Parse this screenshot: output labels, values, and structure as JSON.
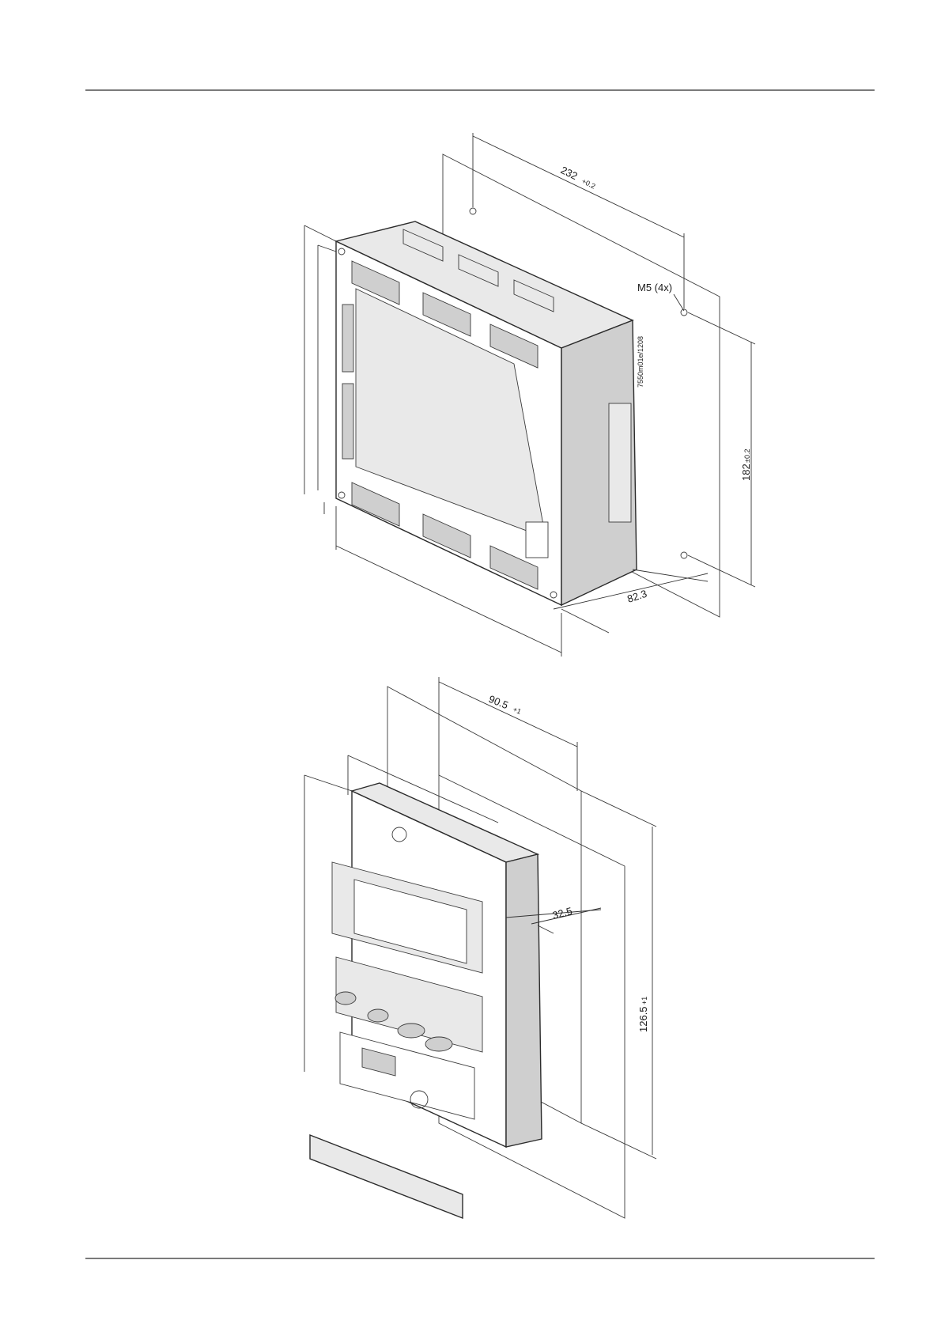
{
  "drawing_top": {
    "dim_width_label": "232",
    "dim_width_tolerance": "+0.2",
    "dim_height_label": "182",
    "dim_height_tolerance": "±0.2",
    "dim_depth_label": "82.3",
    "mounting_hole_label": "M5 (4x)",
    "drawing_id": "7550m01e/1208"
  },
  "drawing_bottom": {
    "dim_width_label": "90.5",
    "dim_width_tolerance": "+1",
    "dim_height_label": "126.5",
    "dim_height_tolerance": "+1",
    "dim_depth_label": "32.5"
  },
  "colors": {
    "line": "#2b2b2b",
    "fill_light": "#e9e9e9",
    "fill_mid": "#cfcfcf"
  }
}
